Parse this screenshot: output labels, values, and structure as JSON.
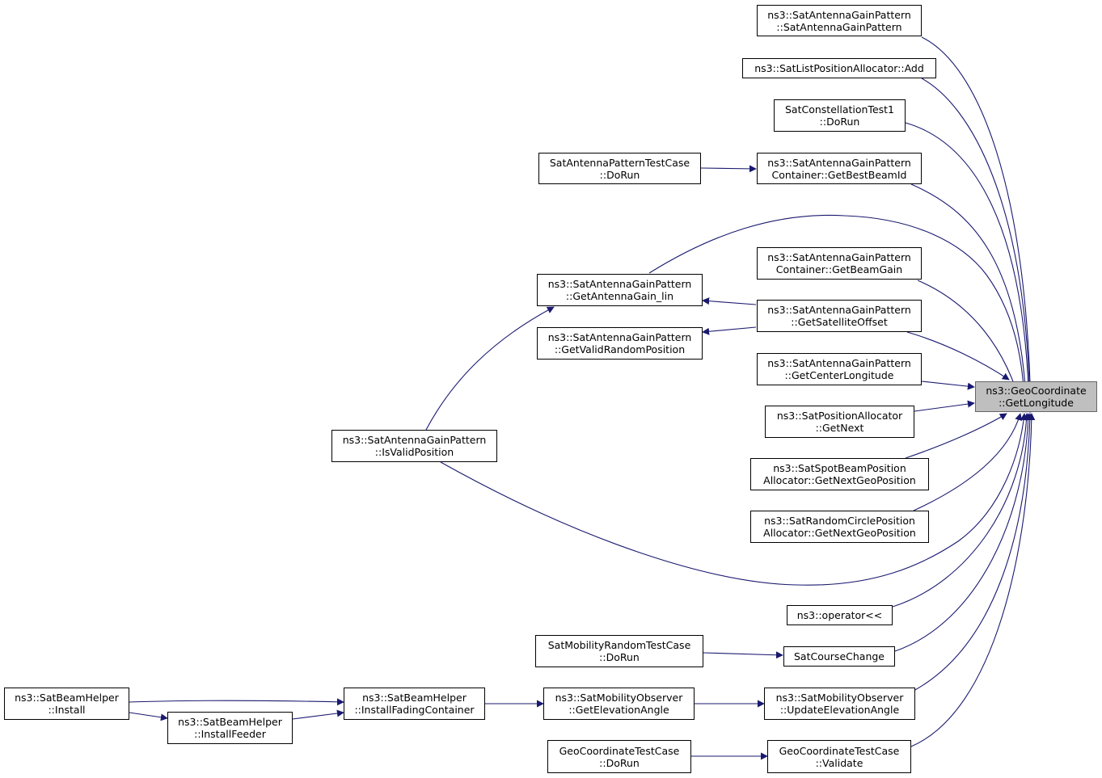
{
  "colors": {
    "edge": "#191970",
    "focus_fill": "#bfbfbf",
    "focus_border": "#666666",
    "node_border": "#000000"
  },
  "nodes": {
    "geo_getlongitude": {
      "line1": "ns3::GeoCoordinate",
      "line2": "::GetLongitude"
    },
    "antenna_ctor": {
      "line1": "ns3::SatAntennaGainPattern",
      "line2": "::SatAntennaGainPattern"
    },
    "list_add": {
      "line1": "ns3::SatListPositionAllocator::Add"
    },
    "constellation_dorun": {
      "line1": "SatConstellationTest1",
      "line2": "::DoRun"
    },
    "patterntest_dorun": {
      "line1": "SatAntennaPatternTestCase",
      "line2": "::DoRun"
    },
    "get_best_beam_id": {
      "line1": "ns3::SatAntennaGainPattern",
      "line2": "Container::GetBestBeamId"
    },
    "get_beam_gain": {
      "line1": "ns3::SatAntennaGainPattern",
      "line2": "Container::GetBeamGain"
    },
    "get_antenna_gain_lin": {
      "line1": "ns3::SatAntennaGainPattern",
      "line2": "::GetAntennaGain_lin"
    },
    "get_satellite_offset": {
      "line1": "ns3::SatAntennaGainPattern",
      "line2": "::GetSatelliteOffset"
    },
    "get_valid_random_position": {
      "line1": "ns3::SatAntennaGainPattern",
      "line2": "::GetValidRandomPosition"
    },
    "get_center_longitude": {
      "line1": "ns3::SatAntennaGainPattern",
      "line2": "::GetCenterLongitude"
    },
    "is_valid_position": {
      "line1": "ns3::SatAntennaGainPattern",
      "line2": "::IsValidPosition"
    },
    "position_alloc_getnext": {
      "line1": "ns3::SatPositionAllocator",
      "line2": "::GetNext"
    },
    "spotbeam_getnextgeo": {
      "line1": "ns3::SatSpotBeamPosition",
      "line2": "Allocator::GetNextGeoPosition"
    },
    "randomcircle_getnextgeo": {
      "line1": "ns3::SatRandomCirclePosition",
      "line2": "Allocator::GetNextGeoPosition"
    },
    "operator_lshift": {
      "line1": "ns3::operator<<"
    },
    "mobility_random_dorun": {
      "line1": "SatMobilityRandomTestCase",
      "line2": "::DoRun"
    },
    "course_change": {
      "line1": "SatCourseChange"
    },
    "beamhelper_install": {
      "line1": "ns3::SatBeamHelper",
      "line2": "::Install"
    },
    "install_fading_container": {
      "line1": "ns3::SatBeamHelper",
      "line2": "::InstallFadingContainer"
    },
    "get_elevation_angle": {
      "line1": "ns3::SatMobilityObserver",
      "line2": "::GetElevationAngle"
    },
    "update_elevation_angle": {
      "line1": "ns3::SatMobilityObserver",
      "line2": "::UpdateElevationAngle"
    },
    "install_feeder": {
      "line1": "ns3::SatBeamHelper",
      "line2": "::InstallFeeder"
    },
    "geotest_dorun": {
      "line1": "GeoCoordinateTestCase",
      "line2": "::DoRun"
    },
    "geotest_validate": {
      "line1": "GeoCoordinateTestCase",
      "line2": "::Validate"
    }
  }
}
